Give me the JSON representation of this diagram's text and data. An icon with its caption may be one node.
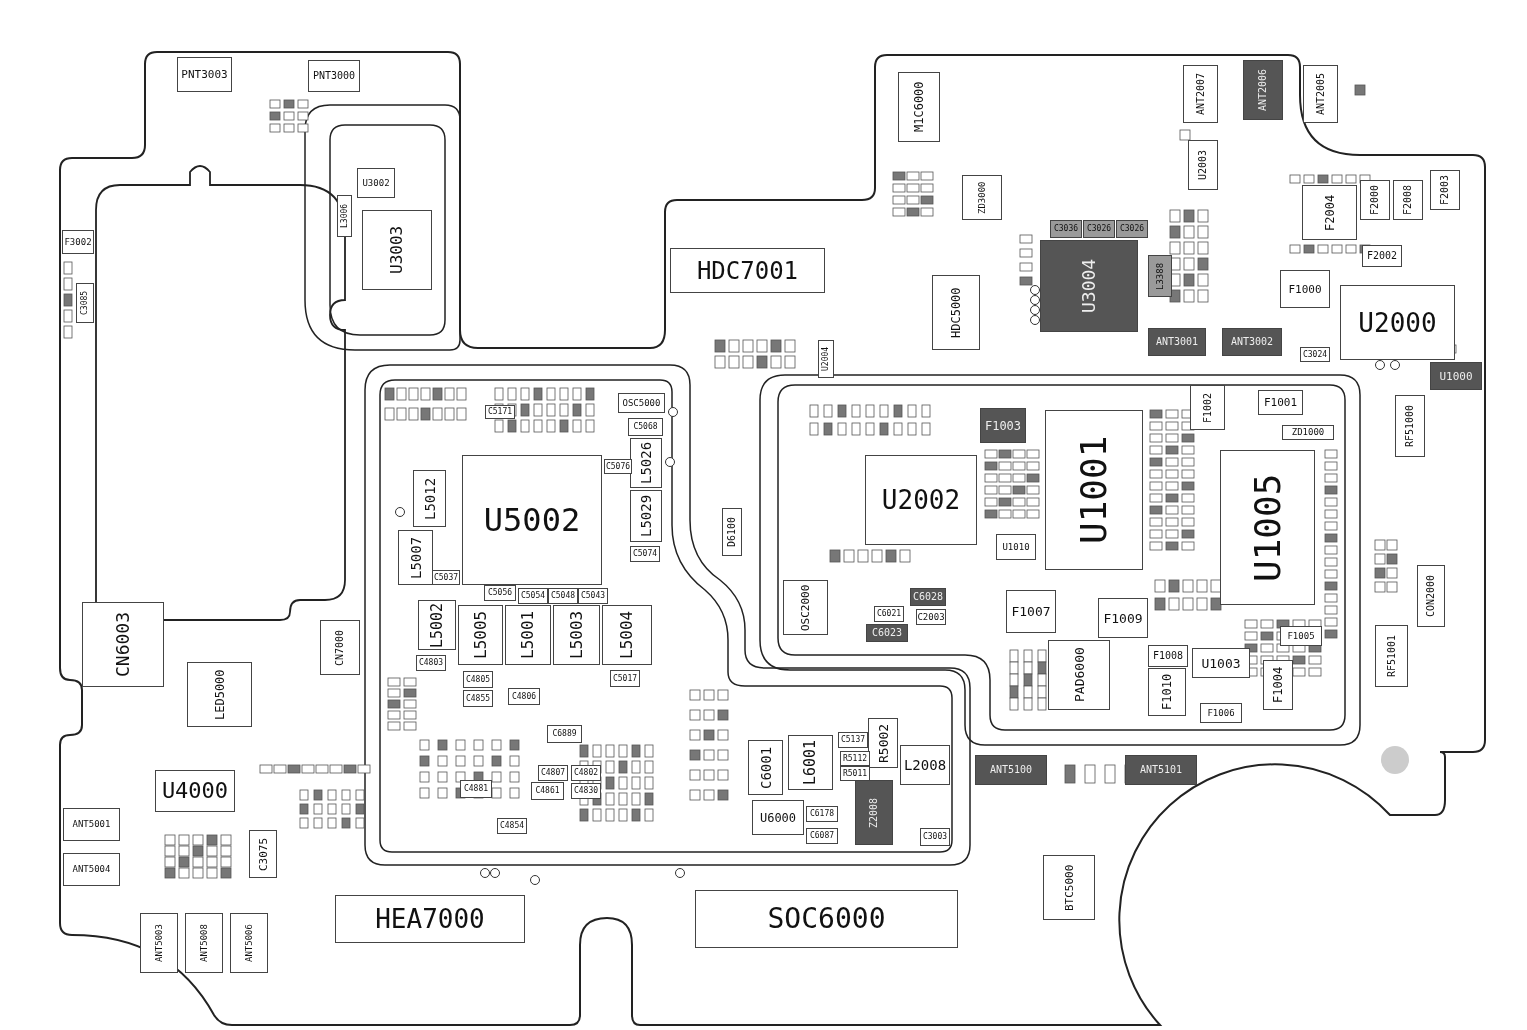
{
  "diagram": {
    "nodes": [
      {
        "text": [
          "PNT3003"
        ]
      },
      {
        "text": [
          "PNT3000"
        ]
      },
      {
        "text": [
          "ANT2007"
        ]
      },
      {
        "text": [
          "ANT2006"
        ]
      },
      {
        "text": [
          "ANT2005"
        ]
      },
      {
        "text": [
          "M1C6000"
        ]
      },
      {
        "text": [
          "U3002"
        ]
      },
      {
        "text": [
          "U2003"
        ]
      },
      {
        "text": [
          "ZD3000"
        ]
      },
      {
        "text": [
          "F2004"
        ]
      },
      {
        "text": [
          "F2000"
        ]
      },
      {
        "text": [
          "F2008"
        ]
      },
      {
        "text": [
          "F2003"
        ]
      },
      {
        "text": [
          "L3006"
        ]
      },
      {
        "text": [
          "U3003"
        ]
      },
      {
        "text": [
          "F3002"
        ]
      },
      {
        "text": [
          "C3036"
        ]
      },
      {
        "text": [
          "C3026"
        ]
      },
      {
        "text": [
          "C3026"
        ]
      },
      {
        "text": [
          "U3004"
        ]
      },
      {
        "text": [
          "L3388"
        ]
      },
      {
        "text": [
          "F2002"
        ]
      },
      {
        "text": [
          "HDC7001"
        ]
      },
      {
        "text": [
          "HDC5000"
        ]
      },
      {
        "text": [
          "C3085"
        ]
      },
      {
        "text": [
          "F1000"
        ]
      },
      {
        "text": [
          "U2000"
        ]
      },
      {
        "text": [
          "ANT3001"
        ]
      },
      {
        "text": [
          "ANT3002"
        ]
      },
      {
        "text": [
          "C3024"
        ]
      },
      {
        "text": [
          "U2004"
        ]
      },
      {
        "text": [
          "U1000"
        ]
      },
      {
        "text": [
          "OSC5000"
        ]
      },
      {
        "text": [
          "C5171"
        ]
      },
      {
        "text": [
          "F1001"
        ]
      },
      {
        "text": [
          "F1002"
        ]
      },
      {
        "text": [
          "RF51000"
        ]
      },
      {
        "text": [
          "F1003"
        ]
      },
      {
        "text": [
          "C5068"
        ]
      },
      {
        "text": [
          "L5026"
        ]
      },
      {
        "text": [
          "ZD1000"
        ]
      },
      {
        "text": [
          "U1001"
        ]
      },
      {
        "text": [
          "U2002"
        ]
      },
      {
        "text": [
          "U1005"
        ]
      },
      {
        "text": [
          "U5002"
        ]
      },
      {
        "text": [
          "C5076"
        ]
      },
      {
        "text": [
          "L5012"
        ]
      },
      {
        "text": [
          "L5029"
        ]
      },
      {
        "text": [
          "D6100"
        ]
      },
      {
        "text": [
          "U1010"
        ]
      },
      {
        "text": [
          "L5007"
        ]
      },
      {
        "text": [
          "C5074"
        ]
      },
      {
        "text": [
          "C5037"
        ]
      },
      {
        "text": [
          "CON2000"
        ]
      },
      {
        "text": [
          "OSC2000"
        ]
      },
      {
        "text": [
          "C5056"
        ]
      },
      {
        "text": [
          "C5054"
        ]
      },
      {
        "text": [
          "C5048"
        ]
      },
      {
        "text": [
          "C5043"
        ]
      },
      {
        "text": [
          "C6028"
        ]
      },
      {
        "text": [
          "F1007"
        ]
      },
      {
        "text": [
          "F1009"
        ]
      },
      {
        "text": [
          "L5002"
        ]
      },
      {
        "text": [
          "L5005"
        ]
      },
      {
        "text": [
          "L5001"
        ]
      },
      {
        "text": [
          "L5003"
        ]
      },
      {
        "text": [
          "L5004"
        ]
      },
      {
        "text": [
          "C6021"
        ]
      },
      {
        "text": [
          "C2003"
        ]
      },
      {
        "text": [
          "C6023"
        ]
      },
      {
        "text": [
          "CN6003"
        ]
      },
      {
        "text": [
          "CN7000"
        ]
      },
      {
        "text": [
          "F1005"
        ]
      },
      {
        "text": [
          "RF51001"
        ]
      },
      {
        "text": [
          "PAD6000"
        ]
      },
      {
        "text": [
          "F1008"
        ]
      },
      {
        "text": [
          "U1003"
        ]
      },
      {
        "text": [
          "F1004"
        ]
      },
      {
        "text": [
          "F1010"
        ]
      },
      {
        "text": [
          "F1006"
        ]
      },
      {
        "text": [
          "C4803"
        ]
      },
      {
        "text": [
          "C5017"
        ]
      },
      {
        "text": [
          "LED5000"
        ]
      },
      {
        "text": [
          "C4805"
        ]
      },
      {
        "text": [
          "C4855"
        ]
      },
      {
        "text": [
          "C4806"
        ]
      },
      {
        "text": [
          "C6889"
        ]
      },
      {
        "text": [
          "R5002"
        ]
      },
      {
        "text": [
          "C5137"
        ]
      },
      {
        "text": [
          "C6001"
        ]
      },
      {
        "text": [
          "L6001"
        ]
      },
      {
        "text": [
          "L2008"
        ]
      },
      {
        "text": [
          "R5112"
        ]
      },
      {
        "text": [
          "R5011"
        ]
      },
      {
        "text": [
          "ANT5100"
        ]
      },
      {
        "text": [
          "ANT5101"
        ]
      },
      {
        "text": [
          "C4807"
        ]
      },
      {
        "text": [
          "C4802"
        ]
      },
      {
        "text": [
          "C4881"
        ]
      },
      {
        "text": [
          "C4861"
        ]
      },
      {
        "text": [
          "C4830"
        ]
      },
      {
        "text": [
          "U4000"
        ]
      },
      {
        "text": [
          "ANT5001"
        ]
      },
      {
        "text": [
          "U6000"
        ]
      },
      {
        "text": [
          "C6178"
        ]
      },
      {
        "text": [
          "Z2008"
        ]
      },
      {
        "text": [
          "C4854"
        ]
      },
      {
        "text": [
          "C6087"
        ]
      },
      {
        "text": [
          "C3003"
        ]
      },
      {
        "text": [
          "C3075"
        ]
      },
      {
        "text": [
          "ANT5004"
        ]
      },
      {
        "text": [
          "BTC5000"
        ]
      },
      {
        "text": [
          "HEA7000"
        ]
      },
      {
        "text": [
          "SOC6000"
        ]
      },
      {
        "text": [
          "ANT5003"
        ]
      },
      {
        "text": [
          "ANT5008"
        ]
      },
      {
        "text": [
          "ANT5006"
        ]
      }
    ]
  }
}
